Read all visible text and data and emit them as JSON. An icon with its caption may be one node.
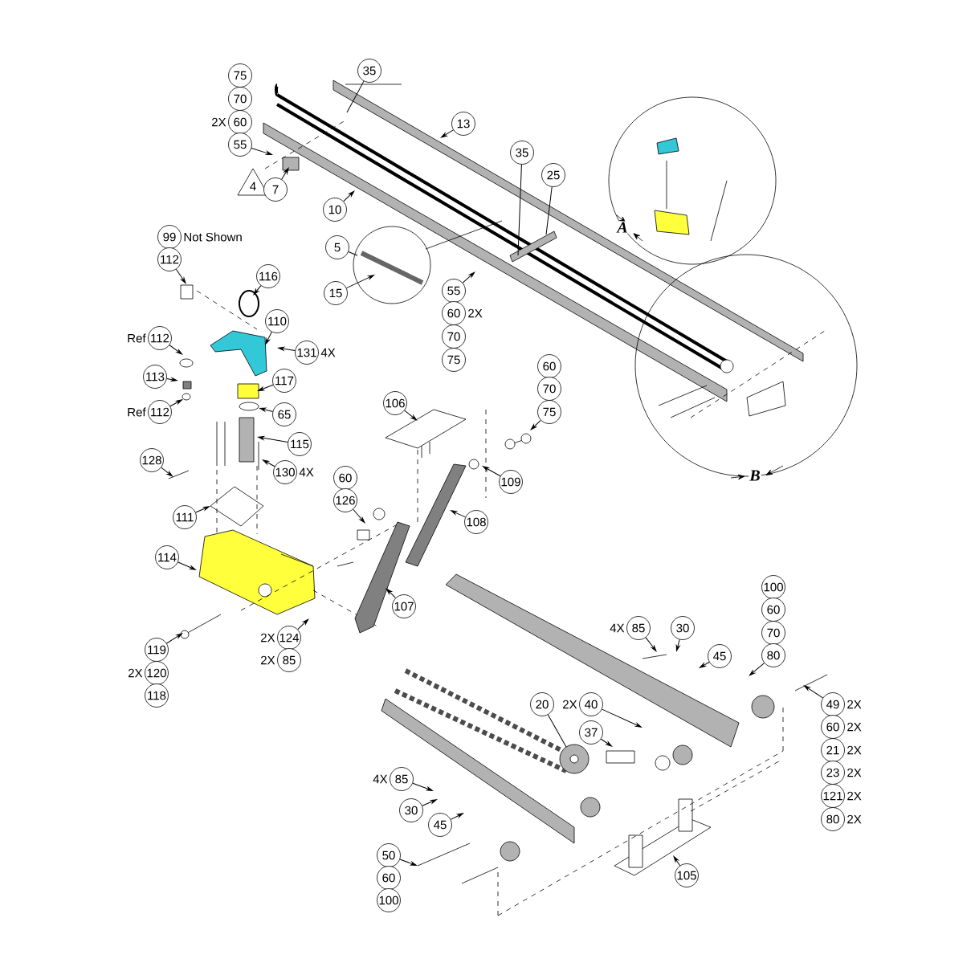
{
  "diagram": {
    "nodes": [
      {
        "text": [
          "75"
        ]
      },
      {
        "text": [
          "70"
        ]
      },
      {
        "text": [
          "60"
        ],
        "beside": [
          "2X"
        ]
      },
      {
        "text": [
          "55"
        ]
      },
      {
        "text": [
          "35"
        ]
      },
      {
        "text": [
          "13"
        ]
      },
      {
        "text": [
          "4"
        ]
      },
      {
        "text": [
          "7"
        ]
      },
      {
        "text": [
          "10"
        ]
      },
      {
        "text": [
          "35"
        ]
      },
      {
        "text": [
          "25"
        ]
      },
      {
        "text": [
          "99"
        ],
        "beside": [
          "Not Shown"
        ]
      },
      {
        "text": [
          "112"
        ]
      },
      {
        "text": [
          "5"
        ]
      },
      {
        "text": [
          "116"
        ]
      },
      {
        "text": [
          "55"
        ]
      },
      {
        "text": [
          "15"
        ]
      },
      {
        "text": [
          "60"
        ],
        "beside": [
          "2X"
        ]
      },
      {
        "text": [
          "70"
        ]
      },
      {
        "text": [
          "75"
        ]
      },
      {
        "text": [
          "110"
        ]
      },
      {
        "text": [
          "112"
        ],
        "beside": [
          "Ref"
        ]
      },
      {
        "text": [
          "131"
        ],
        "beside": [
          "4X"
        ]
      },
      {
        "text": [
          "113"
        ]
      },
      {
        "text": [
          "117"
        ]
      },
      {
        "text": [
          "60"
        ]
      },
      {
        "text": [
          "70"
        ]
      },
      {
        "text": [
          "75"
        ]
      },
      {
        "text": [
          "106"
        ]
      },
      {
        "text": [
          "112"
        ],
        "beside": [
          "Ref"
        ]
      },
      {
        "text": [
          "65"
        ]
      },
      {
        "text": [
          "115"
        ]
      },
      {
        "text": [
          "128"
        ]
      },
      {
        "text": [
          "130"
        ],
        "beside": [
          "4X"
        ]
      },
      {
        "text": [
          "60"
        ]
      },
      {
        "text": [
          "109"
        ]
      },
      {
        "text": [
          "126"
        ]
      },
      {
        "text": [
          "111"
        ]
      },
      {
        "text": [
          "108"
        ]
      },
      {
        "text": [
          "114"
        ]
      },
      {
        "text": [
          "100"
        ]
      },
      {
        "text": [
          "107"
        ]
      },
      {
        "text": [
          "60"
        ]
      },
      {
        "text": [
          "85"
        ],
        "beside": [
          "4X"
        ]
      },
      {
        "text": [
          "30"
        ]
      },
      {
        "text": [
          "70"
        ]
      },
      {
        "text": [
          "124"
        ],
        "beside": [
          "2X"
        ]
      },
      {
        "text": [
          "119"
        ]
      },
      {
        "text": [
          "45"
        ]
      },
      {
        "text": [
          "80"
        ]
      },
      {
        "text": [
          "85"
        ],
        "beside": [
          "2X"
        ]
      },
      {
        "text": [
          "120"
        ],
        "beside": [
          "2X"
        ]
      },
      {
        "text": [
          "118"
        ]
      },
      {
        "text": [
          "20"
        ]
      },
      {
        "text": [
          "40"
        ],
        "beside": [
          "2X"
        ]
      },
      {
        "text": [
          "49"
        ],
        "beside": [
          "2X"
        ]
      },
      {
        "text": [
          "37"
        ]
      },
      {
        "text": [
          "60"
        ],
        "beside": [
          "2X"
        ]
      },
      {
        "text": [
          "21"
        ],
        "beside": [
          "2X"
        ]
      },
      {
        "text": [
          "23"
        ],
        "beside": [
          "2X"
        ]
      },
      {
        "text": [
          "85"
        ],
        "beside": [
          "4X"
        ]
      },
      {
        "text": [
          "121"
        ],
        "beside": [
          "2X"
        ]
      },
      {
        "text": [
          "30"
        ]
      },
      {
        "text": [
          "80"
        ],
        "beside": [
          "2X"
        ]
      },
      {
        "text": [
          "45"
        ]
      },
      {
        "text": [
          "50"
        ]
      },
      {
        "text": [
          "105"
        ]
      },
      {
        "text": [
          "60"
        ]
      },
      {
        "text": [
          "100"
        ]
      }
    ],
    "edges": [
      {
        "from": 3,
        "to": null,
        "arrow": "to"
      },
      {
        "from": 4,
        "to": null,
        "arrow": "none"
      },
      {
        "from": 5,
        "to": null,
        "arrow": "to"
      },
      {
        "from": 7,
        "to": null,
        "arrow": "to"
      },
      {
        "from": 8,
        "to": null,
        "arrow": "to"
      },
      {
        "from": 9,
        "to": null,
        "arrow": "none"
      },
      {
        "from": 10,
        "to": null,
        "arrow": "none"
      },
      {
        "from": 13,
        "to": null,
        "arrow": "none"
      },
      {
        "from": 12,
        "to": null,
        "arrow": "to"
      },
      {
        "from": 14,
        "to": null,
        "arrow": "to"
      },
      {
        "from": 15,
        "to": null,
        "arrow": "to"
      },
      {
        "from": 16,
        "to": null,
        "arrow": "to"
      },
      {
        "from": 20,
        "to": null,
        "arrow": "to"
      },
      {
        "from": 21,
        "to": null,
        "arrow": "to"
      },
      {
        "from": 22,
        "to": null,
        "arrow": "to"
      },
      {
        "from": 23,
        "to": null,
        "arrow": "to"
      },
      {
        "from": 24,
        "to": null,
        "arrow": "to"
      },
      {
        "from": 29,
        "to": null,
        "arrow": "to"
      },
      {
        "from": 30,
        "to": null,
        "arrow": "to"
      },
      {
        "from": 31,
        "to": null,
        "arrow": "to"
      },
      {
        "from": 32,
        "to": null,
        "arrow": "to"
      },
      {
        "from": 33,
        "to": null,
        "arrow": "to"
      },
      {
        "from": 36,
        "to": null,
        "arrow": "to"
      },
      {
        "from": 37,
        "to": null,
        "arrow": "to"
      },
      {
        "from": 39,
        "to": null,
        "arrow": "to"
      },
      {
        "from": 28,
        "to": null,
        "arrow": "to"
      },
      {
        "from": 27,
        "to": null,
        "arrow": "to"
      },
      {
        "from": 35,
        "to": null,
        "arrow": "to"
      },
      {
        "from": 38,
        "to": null,
        "arrow": "to"
      },
      {
        "from": 41,
        "to": null,
        "arrow": "to"
      },
      {
        "from": 46,
        "to": null,
        "arrow": "to"
      },
      {
        "from": 47,
        "to": null,
        "arrow": "to"
      },
      {
        "from": 43,
        "to": null,
        "arrow": "to"
      },
      {
        "from": 44,
        "to": null,
        "arrow": "to"
      },
      {
        "from": 48,
        "to": null,
        "arrow": "to"
      },
      {
        "from": 49,
        "to": null,
        "arrow": "to"
      },
      {
        "from": 53,
        "to": null,
        "arrow": "none"
      },
      {
        "from": 54,
        "to": null,
        "arrow": "to"
      },
      {
        "from": 56,
        "to": null,
        "arrow": "to"
      },
      {
        "from": 55,
        "to": null,
        "arrow": "to"
      },
      {
        "from": 60,
        "to": null,
        "arrow": "to"
      },
      {
        "from": 62,
        "to": null,
        "arrow": "to"
      },
      {
        "from": 64,
        "to": null,
        "arrow": "to"
      },
      {
        "from": 65,
        "to": null,
        "arrow": "to"
      },
      {
        "from": 66,
        "to": null,
        "arrow": "to"
      }
    ],
    "labels": [
      "A",
      "B"
    ]
  }
}
